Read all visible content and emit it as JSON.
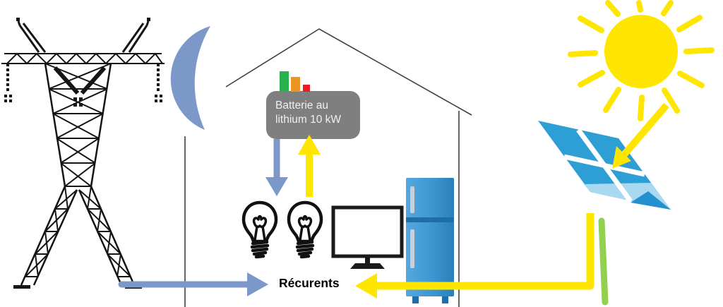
{
  "diagram": {
    "type": "home-energy-flow-diagram",
    "battery": {
      "line1": "Batterie au",
      "line2": "lithium 10 kW"
    },
    "loads_label": "Récurents",
    "elements": [
      "power-pylon-icon",
      "moon-icon",
      "house-outline",
      "battery-level-bars-icon",
      "lithium-battery-box",
      "light-bulb-icon",
      "light-bulb-icon",
      "monitor-icon",
      "refrigerator-icon",
      "sun-icon",
      "solar-panel-icon"
    ],
    "colors": {
      "arrow_blue": "#7B98C8",
      "arrow_yellow": "#FFE600",
      "sun_yellow": "#FFE600",
      "moon_blue": "#7B98C8",
      "panel_blue": "#2E9FD4",
      "panel_light_blue": "#A9D9F1",
      "panel_corner_blue": "#2391CE",
      "fridge_blue": "#3E96D1",
      "fridge_dark_blue": "#1E6EA7",
      "battery_gray": "#7F7F7F",
      "bar_green": "#28B14C",
      "bar_orange": "#EE9422",
      "bar_red": "#EC1C24",
      "stem_green": "#92D050",
      "outline_black": "#151515",
      "house_line": "#3F3F3F"
    }
  }
}
